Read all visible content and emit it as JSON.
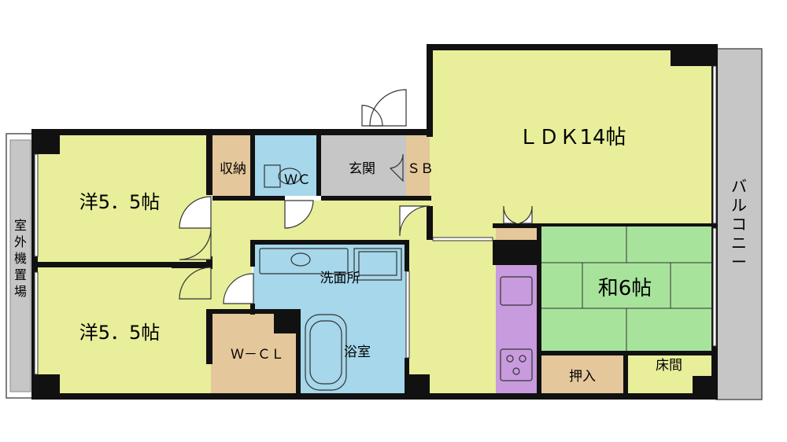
{
  "labels": {
    "ldk": "ＬＤＫ14帖",
    "western1": "洋5．5帖",
    "western2": "洋5．5帖",
    "japanese": "和6帖",
    "storage": "収納",
    "wc": "ＷＣ",
    "entrance": "玄関",
    "shoebox": "ＳＢ",
    "washroom": "洗面所",
    "bath": "浴室",
    "wcl": "Ｗ－ＣＬ",
    "oshiire": "押入",
    "tokonoma": "床間",
    "balcony": [
      "バ",
      "ル",
      "コ",
      "ニ",
      "ー"
    ],
    "outdoor_unit": [
      "室",
      "外",
      "機",
      "置",
      "場"
    ]
  },
  "colors": {
    "yellow": "#E8EE9A",
    "tan": "#E4C79B",
    "blue": "#A6D7EA",
    "grey": "#C6C6C6",
    "green": "#A8E39C",
    "purple": "#C79BDD",
    "wall": "#111111"
  }
}
